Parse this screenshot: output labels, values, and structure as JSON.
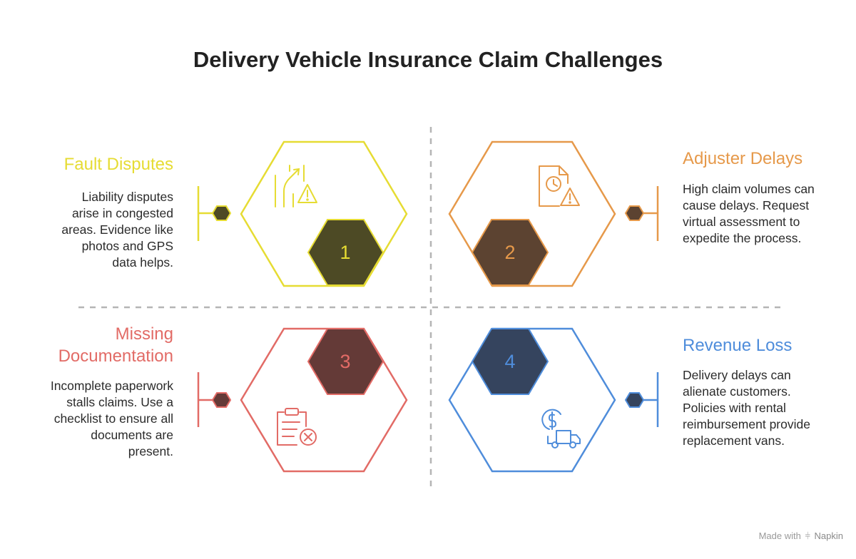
{
  "title": "Delivery Vehicle Insurance Claim Challenges",
  "colors": {
    "yellow": "#e6dc33",
    "orange": "#e6994a",
    "red": "#e26b66",
    "blue": "#4f8ddb",
    "node_dark": "#4a4325"
  },
  "quadrants": [
    {
      "number": "1",
      "title": "Fault Disputes",
      "description": "Liability disputes arise in congested areas. Evidence like photos and GPS data helps.",
      "icon": "road-warning-icon",
      "color": "#e6dc33",
      "fill": "#4d4a25"
    },
    {
      "number": "2",
      "title": "Adjuster Delays",
      "description": "High claim volumes can cause delays. Request virtual assessment to expedite the process.",
      "icon": "document-clock-warning-icon",
      "color": "#e6994a",
      "fill": "#5c4331"
    },
    {
      "number": "3",
      "title": "Missing Documentation",
      "description": "Incomplete paperwork stalls claims. Use a checklist to ensure all documents are present.",
      "icon": "clipboard-x-icon",
      "color": "#e26b66",
      "fill": "#643a37"
    },
    {
      "number": "4",
      "title": "Revenue Loss",
      "description": "Delivery delays can alienate customers. Policies with rental reimbursement provide replacement vans.",
      "icon": "dollar-truck-icon",
      "color": "#4f8ddb",
      "fill": "#35445e"
    }
  ],
  "footer": {
    "made_with": "Made with",
    "brand": "Napkin"
  }
}
